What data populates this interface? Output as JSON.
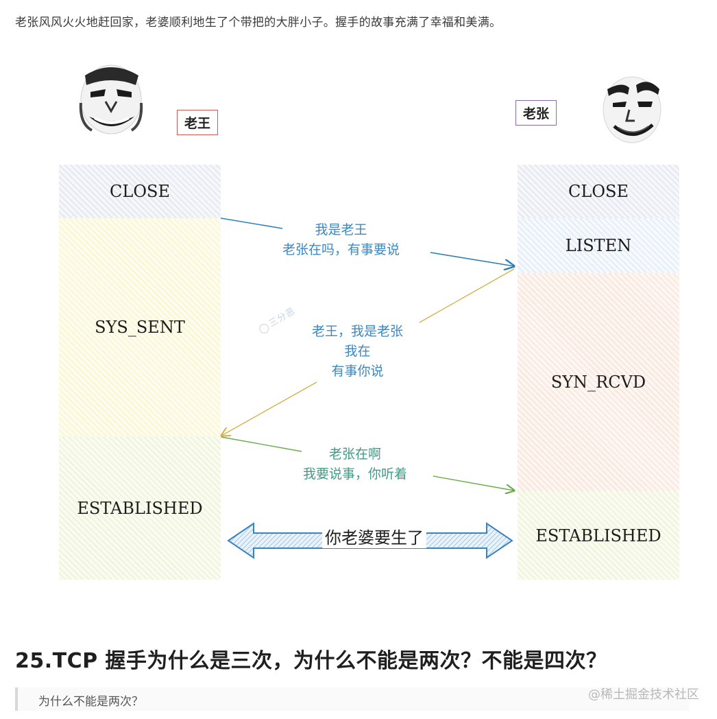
{
  "intro_text": "老张风风火火地赶回家，老婆顺利地生了个带把的大胖小子。握手的故事充满了幸福和美满。",
  "diagram": {
    "left_party": "老王",
    "right_party": "老张",
    "left_states": [
      "CLOSE",
      "SYS_SENT",
      "ESTABLISHED"
    ],
    "right_states": [
      "CLOSE",
      "LISTEN",
      "SYN_RCVD",
      "ESTABLISHED"
    ],
    "messages": [
      {
        "lines": [
          "我是老王",
          "老张在吗，有事要说"
        ],
        "direction": "left-to-right"
      },
      {
        "lines": [
          "老王，我是老张",
          "我在",
          "有事你说"
        ],
        "direction": "right-to-left"
      },
      {
        "lines": [
          "老张在啊",
          "我要说事，你听着"
        ],
        "direction": "left-to-right"
      }
    ],
    "bidirectional_label": "你老婆要生了",
    "watermark": "三分恶",
    "colors": {
      "arrow_syn": "#2d7fb8",
      "arrow_synack": "#d4b24a",
      "arrow_ack": "#6aaa4a",
      "tag_left_border": "#d05a5a",
      "tag_right_border": "#8a6aa8"
    }
  },
  "heading": "25.TCP 握手为什么是三次，为什么不能是两次？不能是四次？",
  "quote": "为什么不能是两次？",
  "corner_watermark": "@稀土掘金技术社区"
}
